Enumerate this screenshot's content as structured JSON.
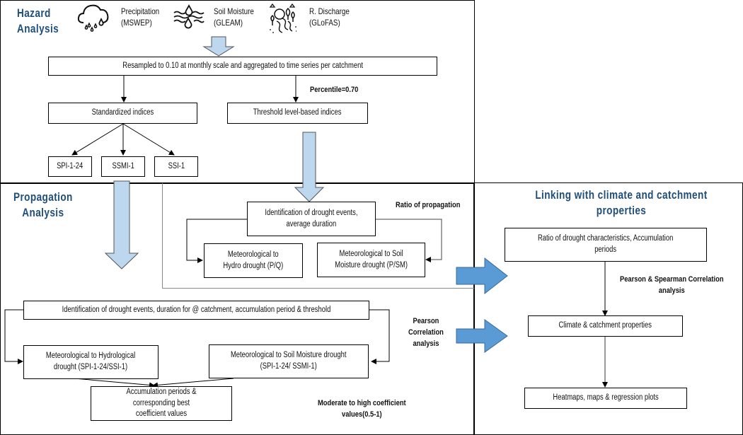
{
  "sections": {
    "hazard": {
      "title": "Hazard\nAnalysis"
    },
    "propagation": {
      "title": "Propagation\nAnalysis"
    },
    "linking": {
      "title": "Linking  with  climate  and  catchment\nproperties"
    }
  },
  "sources": [
    {
      "icon": "rain-cloud-icon",
      "label": "Precipitation\n(MSWEP)"
    },
    {
      "icon": "soil-moisture-icon",
      "label": "Soil Moisture\n(GLEAM)"
    },
    {
      "icon": "river-landscape-icon",
      "label": "R. Discharge\n(GLoFAS)"
    }
  ],
  "hazard_boxes": {
    "resample": "Resampled  to  0.10  at  monthly  scale  and  aggregated  to  time  series  per  catchment",
    "standardized": "Standardized  indices",
    "threshold": "Threshold  level-based  indices",
    "spi": "SPI-1-24",
    "ssmi": "SSMI-1",
    "ssi": "SSI-1"
  },
  "hazard_labels": {
    "percentile": "Percentile=0.70"
  },
  "propagation_boxes": {
    "threshold_identification": "Identification  of  drought  events,\naverage  duration",
    "met_hydro": "Meteorological  to\nHydro  drought  (P/Q)",
    "met_soil": "Meteorological  to  Soil\nMoisture  drought  (P/SM)",
    "std_identification": "Identification  of  drought  events,  duration  for  @ catchment,  accumulation  period  & threshold",
    "met_hydrological": "Meteorological  to  Hydrological\ndrought  (SPI-1-24/SSI-1)",
    "met_soil_moisture": "Meteorological  to  Soil  Moisture  drought\n(SPI-1-24/  SSMI-1)",
    "accumulation": "Accumulation  periods  & corresponding  best\ncoefficient  values"
  },
  "propagation_labels": {
    "ratio": "Ratio of propagation",
    "pearson": "Pearson\nCorrelation\nanalysis",
    "moderate": "Moderate to high coefficient\nvalues(0.5-1)"
  },
  "linking_boxes": {
    "ratio_characteristics": "Ratio  of  drought  characteristics,  Accumulation\nperiods",
    "climate": "Climate  & catchment  properties",
    "heatmaps": "Heatmaps,  maps  & regression  plots"
  },
  "linking_labels": {
    "pearson_spearman": "Pearson & Spearman Correlation\nanalysis"
  },
  "colors": {
    "heading": "#1f4e79",
    "light_arrow": "#bdd7ee",
    "dark_arrow": "#5b9bd5"
  }
}
